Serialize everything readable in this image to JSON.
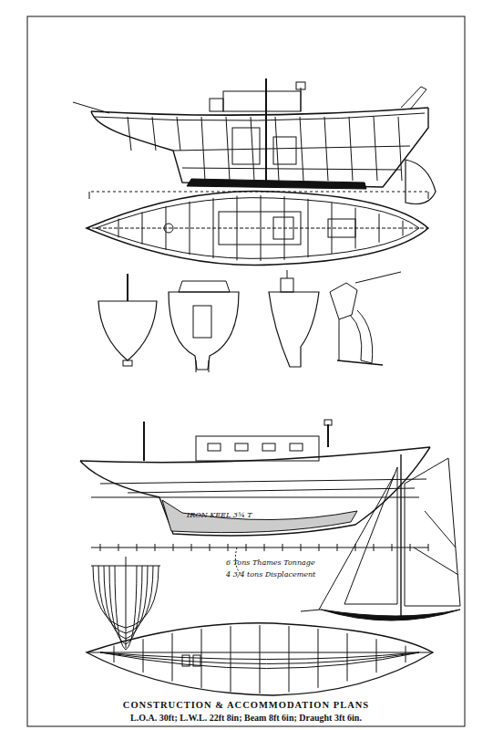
{
  "diagram": {
    "title": "CONSTRUCTION & ACCOMMODATION PLANS",
    "caption": "L.O.A. 30ft; L.W.L. 22ft 8in; Beam 8ft 6in; Draught 3ft 6in.",
    "labels": [
      "IRON KEEL 3¾ T",
      "6 Tons Thames Tonnage",
      "4 3/4 tons Displacement"
    ]
  }
}
